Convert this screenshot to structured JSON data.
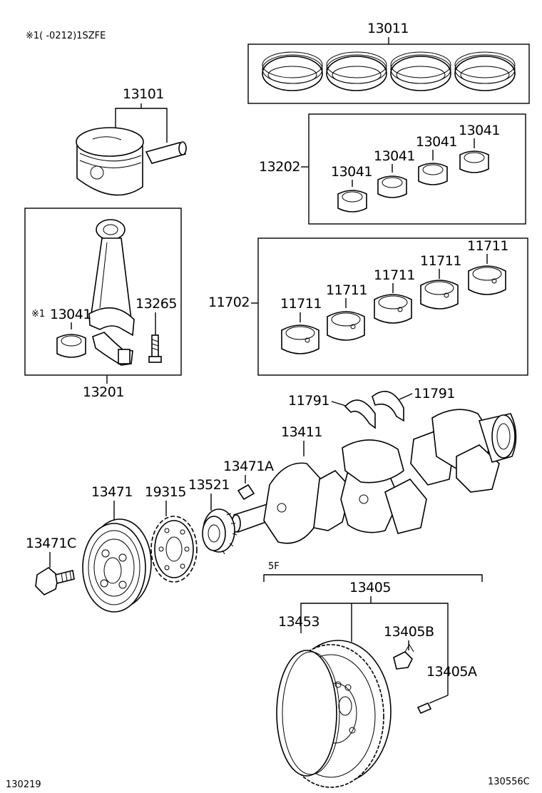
{
  "note": "※1(      -0212)1SZFE",
  "footer": {
    "left": "130219",
    "right": "130556C"
  },
  "section_marker": "5F",
  "labels": {
    "p13011": "13011",
    "p13101": "13101",
    "p13202": "13202",
    "p13041_a": "13041",
    "p13041_b": "13041",
    "p13041_c": "13041",
    "p13041_d": "13041",
    "p11702": "11702",
    "p11711_a": "11711",
    "p11711_b": "11711",
    "p11711_c": "11711",
    "p11711_d": "11711",
    "p11711_e": "11711",
    "p13041_rod_mark": "※1",
    "p13041_rod": "13041",
    "p13265": "13265",
    "p13201": "13201",
    "p11791_a": "11791",
    "p11791_b": "11791",
    "p13411": "13411",
    "p13471A": "13471A",
    "p13471": "13471",
    "p19315": "19315",
    "p13521": "13521",
    "p13471C": "13471C",
    "p13405": "13405",
    "p13453": "13453",
    "p13405B": "13405B",
    "p13405A": "13405A"
  }
}
